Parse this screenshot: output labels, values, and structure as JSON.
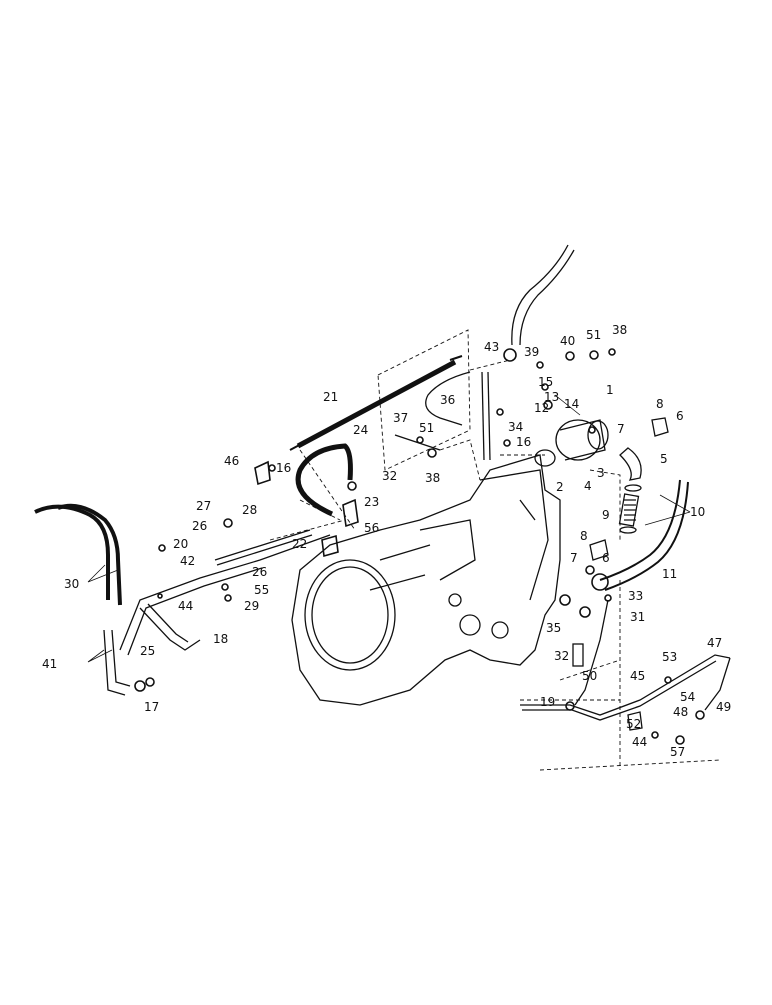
{
  "callouts": [
    "1",
    "2",
    "3",
    "4",
    "5",
    "6",
    "7",
    "8",
    "9",
    "10",
    "11",
    "12",
    "13",
    "14",
    "15",
    "16",
    "17",
    "18",
    "19",
    "20",
    "21",
    "22",
    "23",
    "24",
    "25",
    "26",
    "27",
    "28",
    "29",
    "30",
    "31",
    "32",
    "33",
    "34",
    "35",
    "36",
    "37",
    "38",
    "39",
    "40",
    "41",
    "42",
    "43",
    "44",
    "45",
    "46",
    "47",
    "48",
    "49",
    "50",
    "51",
    "52",
    "53",
    "54",
    "55",
    "56",
    "57"
  ]
}
